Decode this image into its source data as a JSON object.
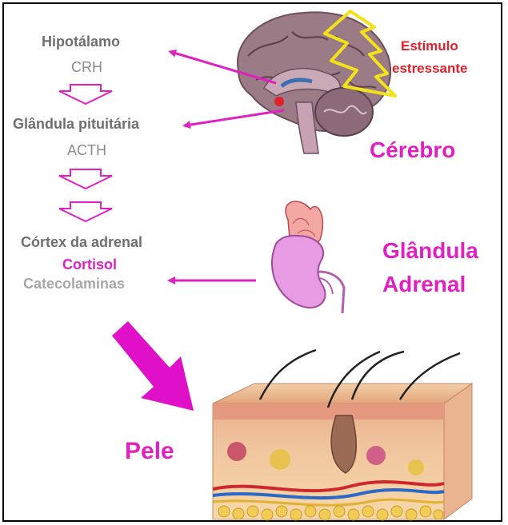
{
  "labels": {
    "hypothalamus": "Hipotálamo",
    "crh": "CRH",
    "pituitary": "Glândula pituitária",
    "acth": "ACTH",
    "adrenal_cortex": "Córtex da adrenal",
    "cortisol": "Cortisol",
    "catecholamines": "Catecolaminas",
    "stimulus_line1": "Estímulo",
    "stimulus_line2": "estressante",
    "brain": "Cérebro",
    "adrenal_line1": "Glândula",
    "adrenal_line2": "Adrenal",
    "skin": "Pele"
  },
  "colors": {
    "magenta": "#e020c0",
    "stimulus_red": "#e0202a",
    "lightning_yellow": "#f2e21a",
    "text_gray": "#6f6f6f"
  }
}
